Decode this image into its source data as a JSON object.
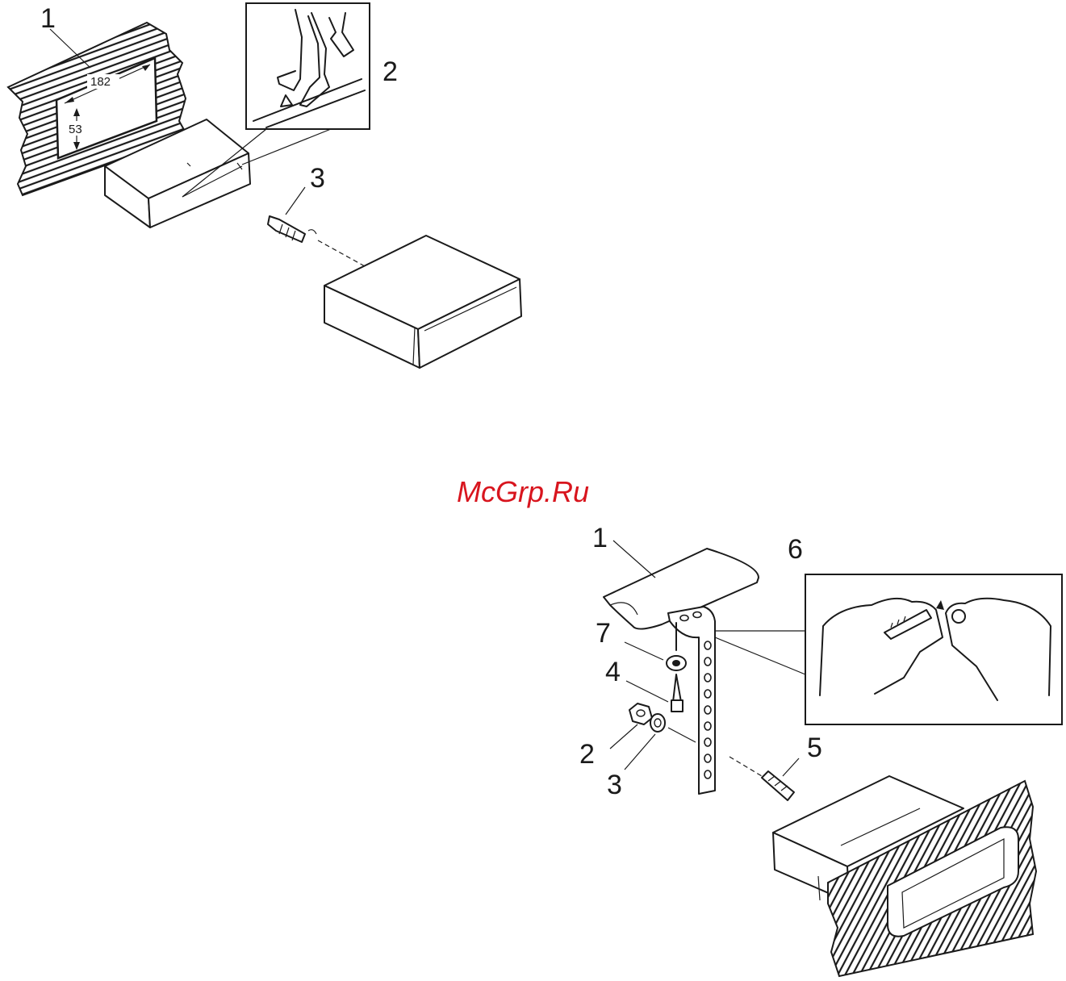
{
  "watermark": "McGrp.Ru",
  "diagram_top": {
    "callouts": [
      "1",
      "2",
      "3"
    ],
    "dimensions": {
      "width": "182",
      "height": "53"
    }
  },
  "diagram_bottom": {
    "callouts": [
      "1",
      "6",
      "7",
      "4",
      "2",
      "3",
      "5"
    ]
  }
}
